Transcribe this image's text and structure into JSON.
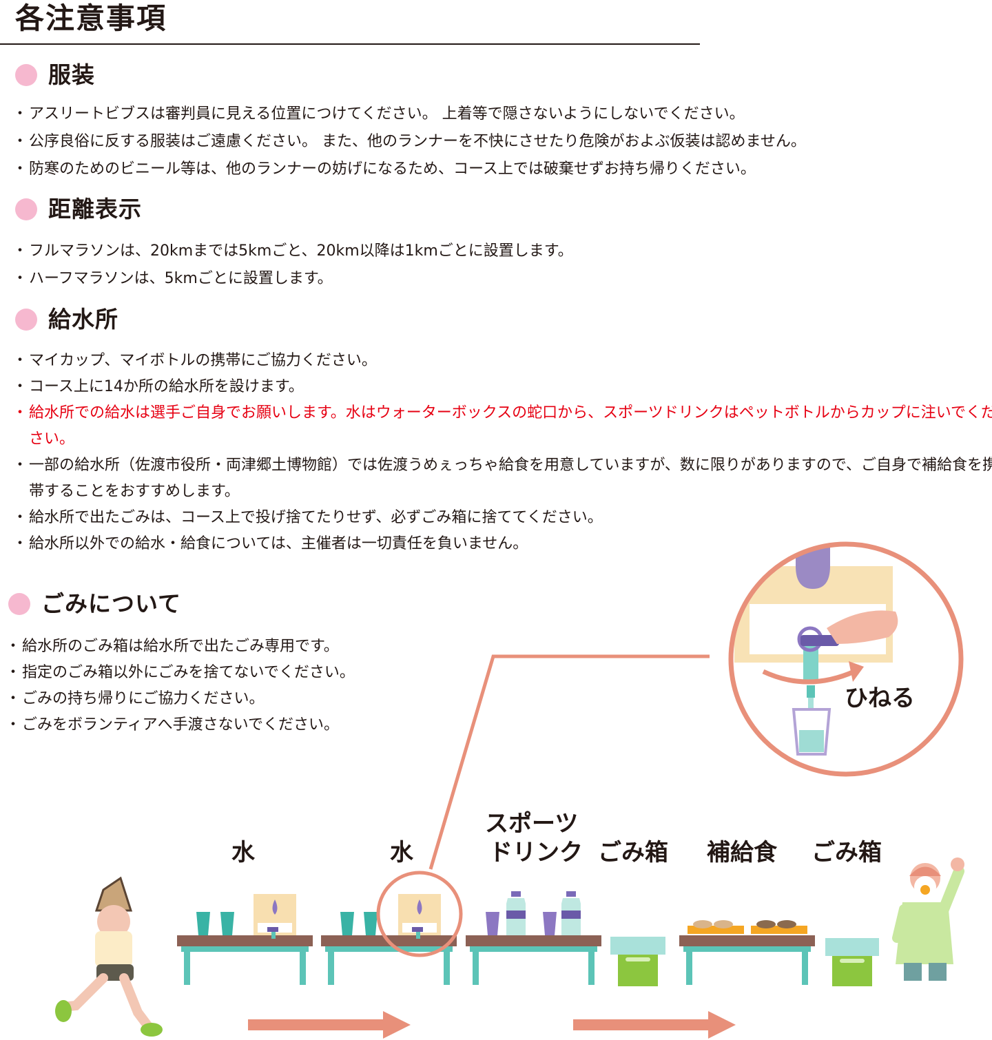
{
  "page": {
    "title": "各注意事項"
  },
  "sections": [
    {
      "heading": "服装",
      "items": [
        "アスリートビブスは審判員に見える位置につけてください。 上着等で隠さないようにしないでください。",
        "公序良俗に反する服装はご遠慮ください。 また、他のランナーを不快にさせたり危険がおよぶ仮装は認めません。",
        "防寒のためのビニール等は、他のランナーの妨げになるため、コース上では破棄せずお持ち帰りください。"
      ]
    },
    {
      "heading": "距離表示",
      "items": [
        "フルマラソンは、20kmまでは5kmごと、20km以降は1kmごとに設置します。",
        "ハーフマラソンは、5kmごとに設置します。"
      ]
    },
    {
      "heading": "給水所",
      "items": [
        "マイカップ、マイボトルの携帯にご協力ください。",
        "コース上に14か所の給水所を設けます。",
        "給水所での給水は選手ご自身でお願いします。水はウォーターボックスの蛇口から、スポーツドリンクはペットボトルからカップに注いでください。",
        "一部の給水所（佐渡市役所・両津郷土博物館）では佐渡うめぇっちゃ給食を用意していますが、数に限りがありますので、ご自身で補給食を携帯することをおすすめします。",
        "給水所で出たごみは、コース上で投げ捨てたりせず、必ずごみ箱に捨ててください。",
        "給水所以外での給水・給食については、主催者は一切責任を負いません。"
      ]
    },
    {
      "heading": "ごみについて",
      "items": [
        "給水所のごみ箱は給水所で出たごみ専用です。",
        "指定のごみ箱以外にごみを捨てないでください。",
        "ごみの持ち帰りにご協力ください。",
        "ごみをボランティアへ手渡さないでください。"
      ]
    }
  ],
  "illustration": {
    "station_labels": [
      "水",
      "水",
      "スポーツ",
      "ドリンク",
      "ごみ箱",
      "補給食",
      "ごみ箱"
    ],
    "zoom_label": "ひねる"
  },
  "colors": {
    "heading_dot": "#f6b8cf",
    "warning_text": "#e60012",
    "accent_salmon": "#e8907a",
    "table_teal": "#5cc4b7",
    "table_top": "#8c6155",
    "bin_green": "#8cc63f",
    "cup_purple": "#8c77c2"
  }
}
